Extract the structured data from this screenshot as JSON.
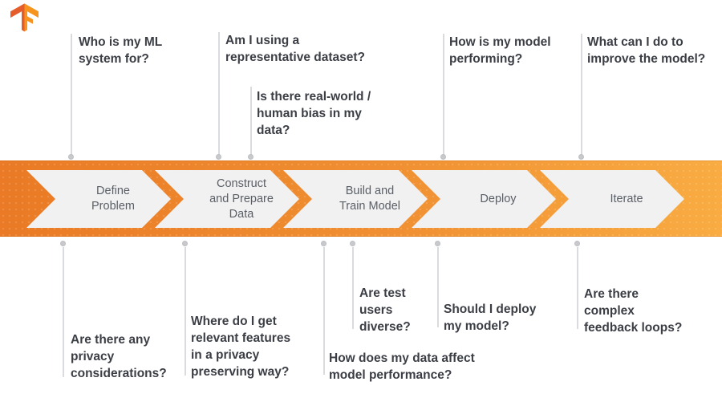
{
  "logo": {
    "name": "tensorflow-logo"
  },
  "pipeline": {
    "stages": [
      {
        "label": "Define\nProblem"
      },
      {
        "label": "Construct\nand Prepare\nData"
      },
      {
        "label": "Build and\nTrain Model"
      },
      {
        "label": "Deploy"
      },
      {
        "label": "Iterate"
      }
    ]
  },
  "questions_top": [
    {
      "text": "Who is my ML\nsystem for?"
    },
    {
      "text": "Am I using a\nrepresentative dataset?"
    },
    {
      "text": "Is there real-world /\nhuman bias in my\ndata?"
    },
    {
      "text": "How is my model\nperforming?"
    },
    {
      "text": "What can I do to\nimprove the model?"
    }
  ],
  "questions_bottom": [
    {
      "text": "Are there any\nprivacy\nconsiderations?"
    },
    {
      "text": "Where do I get\nrelevant features\nin a privacy\npreserving way?"
    },
    {
      "text": "Are test\nusers\ndiverse?"
    },
    {
      "text": "Should I deploy\nmy model?"
    },
    {
      "text": "How does my data affect\nmodel performance?"
    },
    {
      "text": "Are there\ncomplex\nfeedback loops?"
    }
  ],
  "colors": {
    "band_left": "#EA7A25",
    "band_right": "#F9AC42",
    "chevron_fill": "#F1F1F2",
    "stage_text": "#5A5F66",
    "question_text": "#3B3E45",
    "line_gray": "#D9DBDE",
    "dot_gray": "#C7C9CC",
    "logo_dark_orange": "#E45D2B",
    "logo_light_orange": "#F7941E"
  }
}
